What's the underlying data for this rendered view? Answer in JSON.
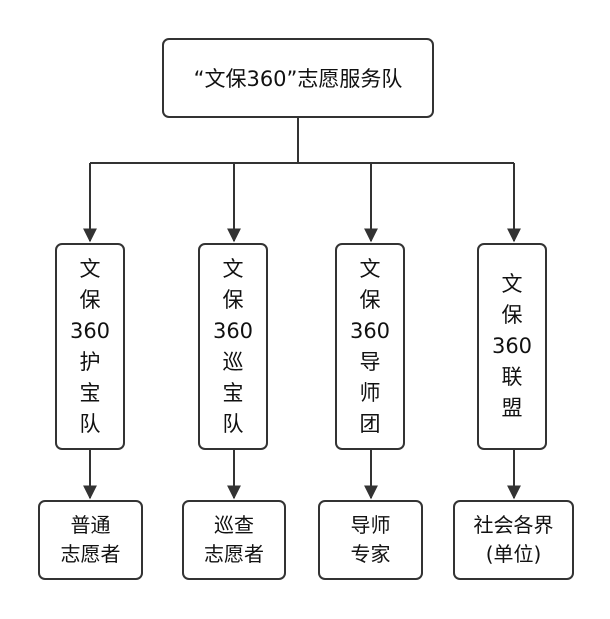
{
  "root": {
    "label": "“文保360”志愿服务队"
  },
  "branches": [
    {
      "lines": [
        "文",
        "保",
        "360",
        "护",
        "宝",
        "队"
      ],
      "leaf_lines": [
        "普通",
        "志愿者"
      ]
    },
    {
      "lines": [
        "文",
        "保",
        "360",
        "巡",
        "宝",
        "队"
      ],
      "leaf_lines": [
        "巡查",
        "志愿者"
      ]
    },
    {
      "lines": [
        "文",
        "保",
        "360",
        "导",
        "师",
        "团"
      ],
      "leaf_lines": [
        "导师",
        "专家"
      ]
    },
    {
      "lines": [
        "文",
        "保",
        "360",
        "联",
        "盟"
      ],
      "leaf_lines": [
        "社会各界",
        "(单位)"
      ]
    }
  ],
  "colors": {
    "stroke": "#333333",
    "text": "#111111"
  }
}
